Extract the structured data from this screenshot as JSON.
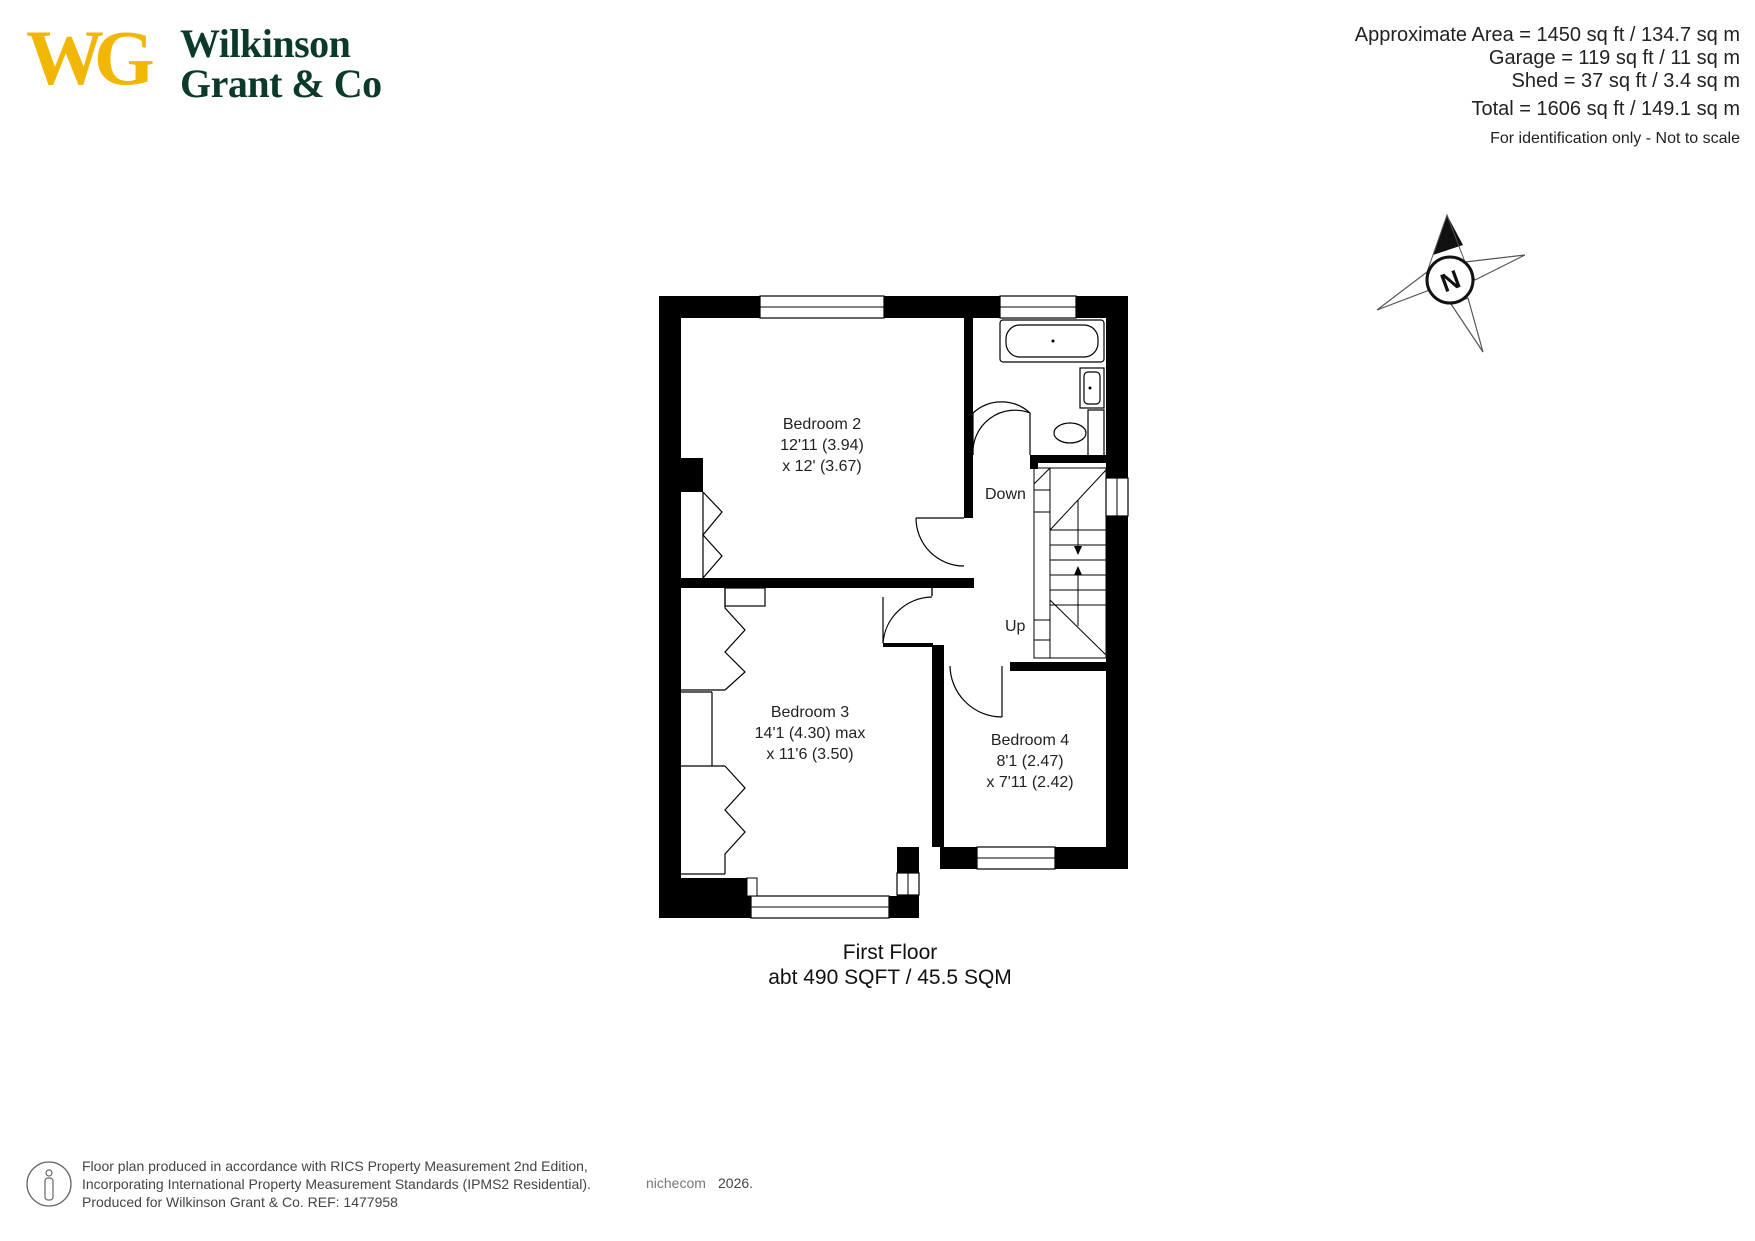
{
  "brand": {
    "monogram": "WG",
    "name_line1": "Wilkinson",
    "name_line2": "Grant & Co",
    "colors": {
      "gold": "#f2b705",
      "green": "#0b3a2a"
    }
  },
  "areas": {
    "approximate": "Approximate Area = 1450 sq ft / 134.7 sq m",
    "garage": "Garage = 119 sq ft / 11 sq m",
    "shed": "Shed = 37 sq ft / 3.4 sq m",
    "total": "Total = 1606 sq ft / 149.1 sq m",
    "note": "For identification only - Not to scale"
  },
  "compass": {
    "letter": "N",
    "icon": "compass-rose-icon"
  },
  "rooms": [
    {
      "name": "Bedroom 2",
      "dim1": "12'11 (3.94)",
      "dim2": "x 12' (3.67)"
    },
    {
      "name": "Bedroom 3",
      "dim1": "14'1 (4.30) max",
      "dim2": "x 11'6 (3.50)"
    },
    {
      "name": "Bedroom 4",
      "dim1": "8'1 (2.47)",
      "dim2": "x 7'11 (2.42)"
    }
  ],
  "stairs": {
    "down": "Down",
    "up": "Up"
  },
  "floor": {
    "name": "First Floor",
    "area": "abt 490 SQFT / 45.5 SQM"
  },
  "footer": {
    "line1": "Floor plan produced in accordance with RICS Property Measurement 2nd Edition,",
    "line2": "Incorporating International Property Measurement Standards (IPMS2 Residential).",
    "line3": "Produced for Wilkinson Grant & Co.  REF:  1477958",
    "site": "nichecom",
    "year": "2026.",
    "icon": "person-icon"
  }
}
